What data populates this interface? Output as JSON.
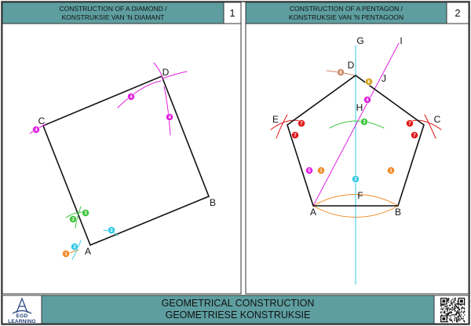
{
  "panel1": {
    "title_line1": "CONSTRUCTION OF A DIAMOND /",
    "title_line2": "KONSTRUKSIE VAN 'N DIAMANT",
    "number": "1",
    "points": [
      "A",
      "B",
      "C",
      "D"
    ],
    "step_markers": [
      "1",
      "2",
      "3",
      "4"
    ]
  },
  "panel2": {
    "title_line1": "CONSTRUCTION OF A PENTAGON /",
    "title_line2": "KONSTRUKSIE VAN 'N PENTAGOON",
    "number": "2",
    "points": [
      "A",
      "B",
      "C",
      "D",
      "E",
      "F",
      "G",
      "H",
      "I",
      "J"
    ],
    "step_markers": [
      "1",
      "2",
      "3",
      "4",
      "5",
      "6",
      "7",
      "8"
    ]
  },
  "footer": {
    "logo_text": "EGD LEARNING",
    "title_line1": "GEOMETRICAL CONSTRUCTION",
    "title_line2": "GEOMETRIESE KONSTRUKSIE"
  },
  "colors": {
    "header_teal": "#5e9ea0",
    "step1": "#f08a24",
    "step2": "#33c8e6",
    "step3": "#3ec43e",
    "step4": "#e020e0",
    "step6": "#d4a017",
    "step7": "#e01818",
    "step8": "#cc8866"
  }
}
